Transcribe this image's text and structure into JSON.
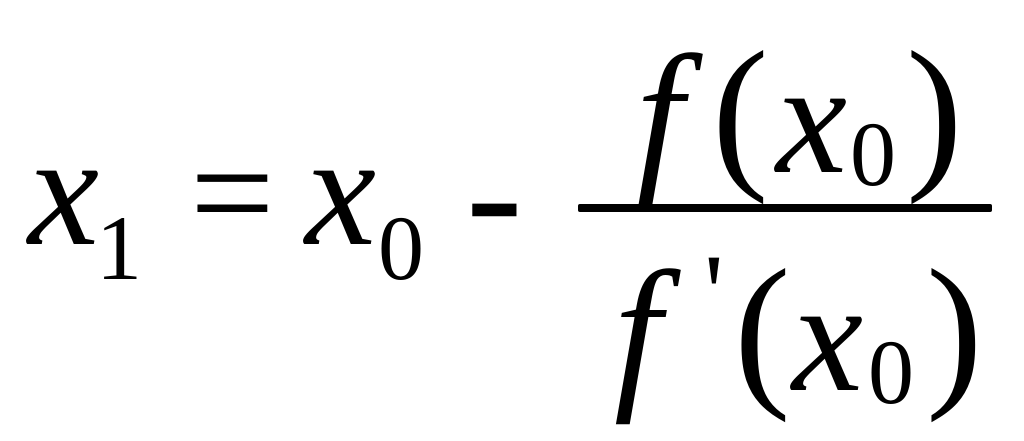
{
  "formula": {
    "lhs": {
      "var": "x",
      "sub": "1"
    },
    "equals": "=",
    "term": {
      "var": "x",
      "sub": "0"
    },
    "minus": "-",
    "numerator": {
      "func": "f",
      "lparen": "(",
      "var": "x",
      "sub": "0",
      "rparen": ")"
    },
    "denominator": {
      "func": "f",
      "prime": "'",
      "lparen": "(",
      "var": "x",
      "sub": "0",
      "rparen": ")"
    }
  }
}
